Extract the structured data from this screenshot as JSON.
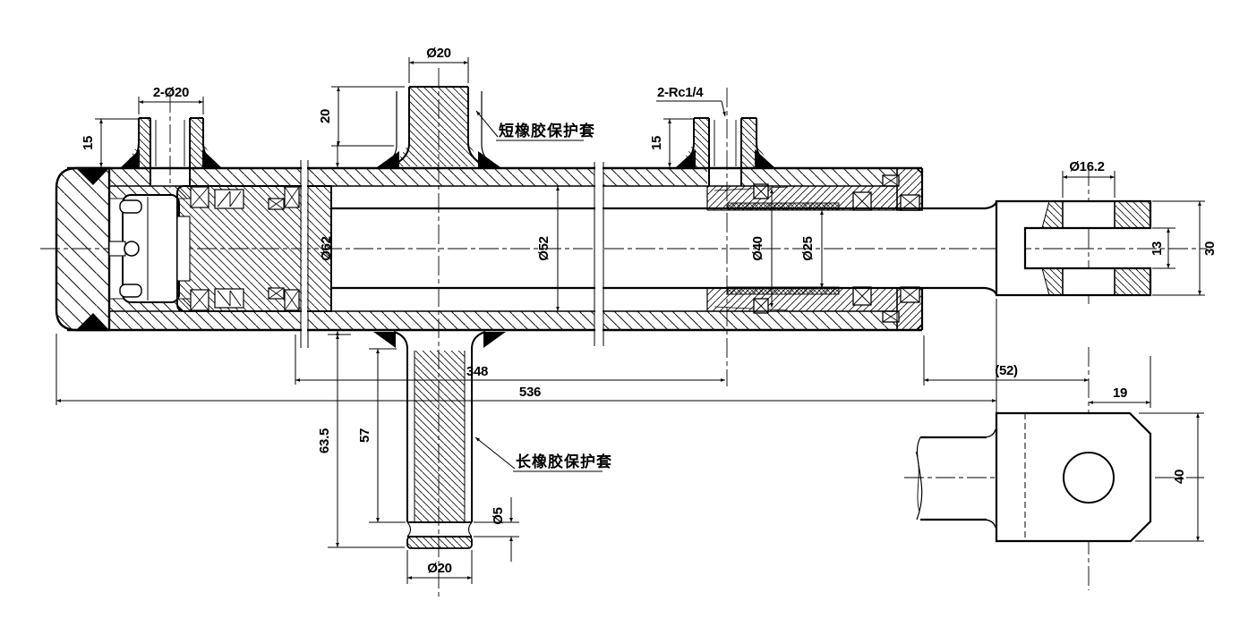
{
  "drawing": {
    "type": "hydraulic-cylinder-assembly-section",
    "callouts": {
      "short_sleeve": "短橡胶保护套",
      "long_sleeve": "长橡胶保护套",
      "port_left": "2-Ø20",
      "port_right": "2-Rc1/4"
    },
    "dimensions": {
      "boss_height_left": "15",
      "boss_height_right": "15",
      "top_boss_dia": "Ø20",
      "top_boss_len": "20",
      "barrel_od": "Ø62",
      "bore_id": "Ø52",
      "guide_od": "Ø40",
      "rod_dia": "Ø25",
      "pin_hole_dia": "Ø16.2",
      "slot_width": "13",
      "eye_width": "30",
      "body_length": "348",
      "overall_length": "536",
      "ref_extension": "(52)",
      "pin_to_end": "19",
      "bottom_boss_len_outer": "63.5",
      "bottom_boss_len_inner": "57",
      "groove_dia": "Ø5",
      "bottom_boss_dia": "Ø20",
      "eye_depth": "40"
    },
    "colors": {
      "ink": "#000000",
      "paper": "#ffffff"
    }
  }
}
